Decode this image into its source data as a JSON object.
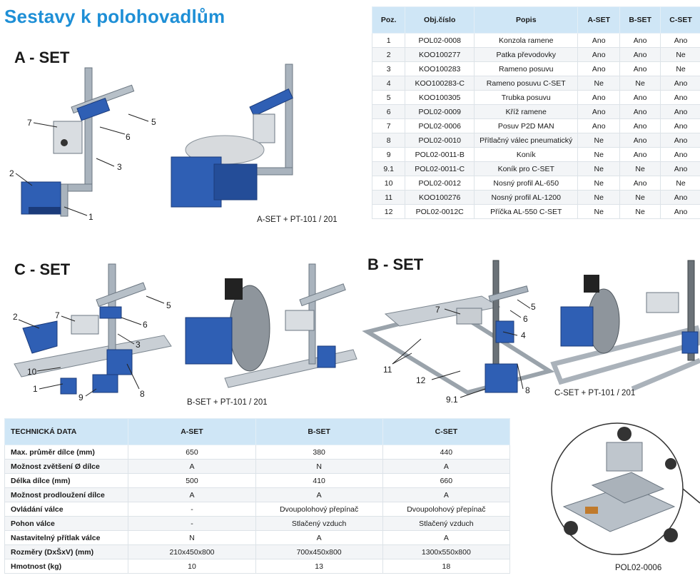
{
  "title": "Sestavy k polohovadlům",
  "sets": {
    "a_label": "A - SET",
    "c_label": "C - SET",
    "b_label": "B - SET",
    "a_caption": "A-SET + PT-101 / 201",
    "b_caption": "B-SET + PT-101 / 201",
    "c_caption": "C-SET + PT-101 / 201",
    "detail_caption": "POL02-0006"
  },
  "callouts": {
    "a": [
      "7",
      "6",
      "5",
      "3",
      "2",
      "1"
    ],
    "c": [
      "2",
      "7",
      "5",
      "6",
      "3",
      "10",
      "1",
      "9",
      "8"
    ],
    "b": [
      "7",
      "5",
      "6",
      "4",
      "11",
      "12",
      "9.1",
      "8"
    ]
  },
  "parts_table": {
    "headers": [
      "Poz.",
      "Obj.číslo",
      "Popis",
      "A-SET",
      "B-SET",
      "C-SET"
    ],
    "rows": [
      [
        "1",
        "POL02-0008",
        "Konzola ramene",
        "Ano",
        "Ano",
        "Ano"
      ],
      [
        "2",
        "KOO100277",
        "Patka převodovky",
        "Ano",
        "Ano",
        "Ne"
      ],
      [
        "3",
        "KOO100283",
        "Rameno posuvu",
        "Ano",
        "Ano",
        "Ne"
      ],
      [
        "4",
        "KOO100283-C",
        "Rameno posuvu C-SET",
        "Ne",
        "Ne",
        "Ano"
      ],
      [
        "5",
        "KOO100305",
        "Trubka posuvu",
        "Ano",
        "Ano",
        "Ano"
      ],
      [
        "6",
        "POL02-0009",
        "Kříž ramene",
        "Ano",
        "Ano",
        "Ano"
      ],
      [
        "7",
        "POL02-0006",
        "Posuv P2D MAN",
        "Ano",
        "Ano",
        "Ano"
      ],
      [
        "8",
        "POL02-0010",
        "Přítlačný válec pneumatický",
        "Ne",
        "Ano",
        "Ano"
      ],
      [
        "9",
        "POL02-0011-B",
        "Koník",
        "Ne",
        "Ano",
        "Ano"
      ],
      [
        "9.1",
        "POL02-0011-C",
        "Koník pro C-SET",
        "Ne",
        "Ne",
        "Ano"
      ],
      [
        "10",
        "POL02-0012",
        "Nosný profil AL-650",
        "Ne",
        "Ano",
        "Ne"
      ],
      [
        "11",
        "KOO100276",
        "Nosný profil AL-1200",
        "Ne",
        "Ne",
        "Ano"
      ],
      [
        "12",
        "POL02-0012C",
        "Příčka AL-550 C-SET",
        "Ne",
        "Ne",
        "Ano"
      ]
    ]
  },
  "tech_table": {
    "headers": [
      "TECHNICKÁ DATA",
      "A-SET",
      "B-SET",
      "C-SET"
    ],
    "rows": [
      [
        "Max. průměr dílce (mm)",
        "650",
        "380",
        "440"
      ],
      [
        "Možnost zvětšení Ø dílce",
        "A",
        "N",
        "A"
      ],
      [
        "Délka dílce (mm)",
        "500",
        "410",
        "660"
      ],
      [
        "Možnost prodloužení dílce",
        "A",
        "A",
        "A"
      ],
      [
        "Ovládání válce",
        "-",
        "Dvoupolohový přepínač",
        "Dvoupolohový přepínač"
      ],
      [
        "Pohon válce",
        "-",
        "Stlačený vzduch",
        "Stlačený vzduch"
      ],
      [
        "Nastavitelný přítlak válce",
        "N",
        "A",
        "A"
      ],
      [
        "Rozměry (DxŠxV) (mm)",
        "210x450x800",
        "700x450x800",
        "1300x550x800"
      ],
      [
        "Hmotnost (kg)",
        "10",
        "13",
        "18"
      ]
    ]
  },
  "colors": {
    "title": "#1e8fd6",
    "header_bg": "#cfe6f6",
    "machine_blue": "#2f5fb4",
    "metal": "#a9b3bd"
  }
}
